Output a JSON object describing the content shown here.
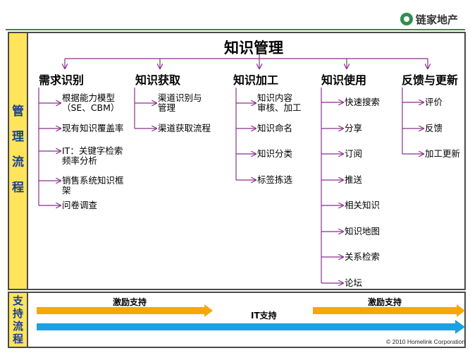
{
  "brand": {
    "name": "链家地产",
    "copyright": "© 2010 Homelink Corporation"
  },
  "sidebar": {
    "management": [
      "管",
      "理",
      "流",
      "程"
    ],
    "support": [
      "支",
      "持",
      "流",
      "程"
    ]
  },
  "diagram": {
    "title": "知识管理",
    "categories": [
      {
        "label": "需求识别",
        "items": [
          "根据能力模型\n（SE、CBM）",
          "现有知识覆盖率",
          "IT：关键字检索\n频率分析",
          "销售系统知识框\n架",
          "问卷调查"
        ]
      },
      {
        "label": "知识获取",
        "items": [
          "渠道识别与\n管理",
          "渠道获取流程"
        ]
      },
      {
        "label": "知识加工",
        "items": [
          "知识内容\n审核、加工",
          "知识命名",
          "知识分类",
          "标签拣选"
        ]
      },
      {
        "label": "知识使用",
        "items": [
          "快速搜索",
          "分享",
          "订阅",
          "推送",
          "相关知识",
          "知识地图",
          "关系检索",
          "论坛"
        ]
      },
      {
        "label": "反馈与更新",
        "items": [
          "评价",
          "反馈",
          "加工更新"
        ]
      }
    ]
  },
  "support": {
    "left_label": "激励支持",
    "right_label": "激励支持",
    "it_label": "IT支持",
    "colors": {
      "orange": "#f5a800",
      "blue": "#1ba1e2"
    }
  },
  "colors": {
    "connector": "#8b2f8b",
    "accent": "#2f8f4e",
    "band": "#ffe45c",
    "label": "#1a3f8f"
  }
}
